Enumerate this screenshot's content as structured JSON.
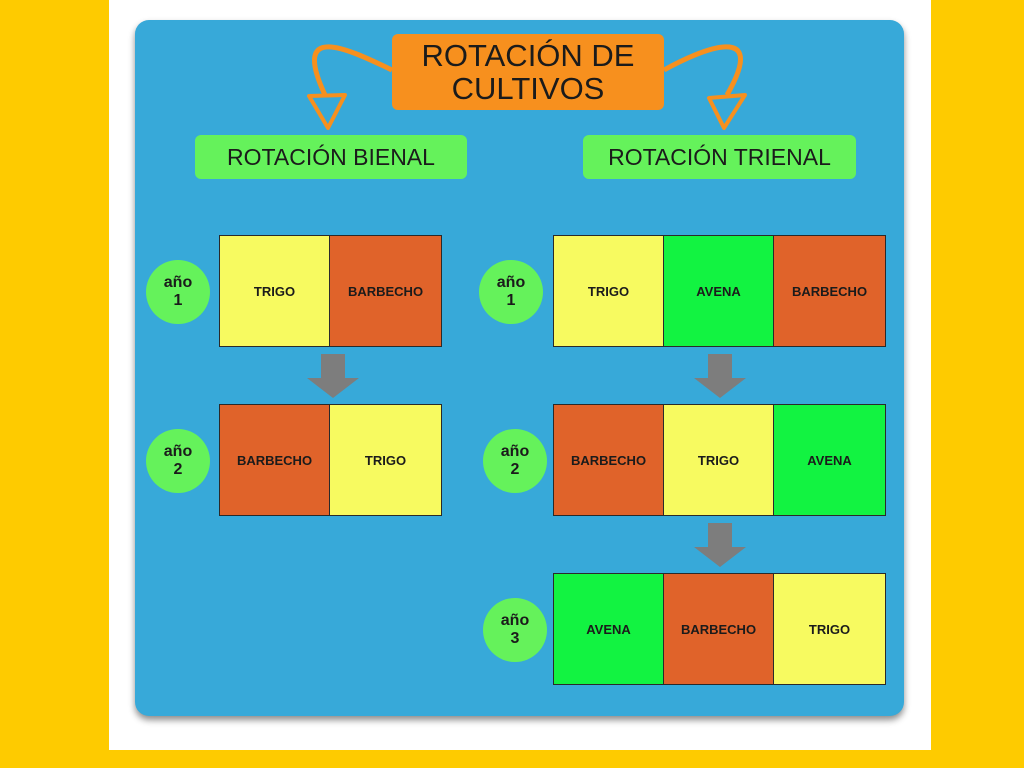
{
  "title": "ROTACIÓN DE CULTIVOS",
  "bienal": {
    "heading": "ROTACIÓN BIENAL",
    "years": [
      {
        "badge_label": "año",
        "badge_number": "1",
        "cells": [
          "TRIGO",
          "BARBECHO"
        ]
      },
      {
        "badge_label": "año",
        "badge_number": "2",
        "cells": [
          "BARBECHO",
          "TRIGO"
        ]
      }
    ]
  },
  "trienal": {
    "heading": "ROTACIÓN TRIENAL",
    "years": [
      {
        "badge_label": "año",
        "badge_number": "1",
        "cells": [
          "TRIGO",
          "AVENA",
          "BARBECHO"
        ]
      },
      {
        "badge_label": "año",
        "badge_number": "2",
        "cells": [
          "BARBECHO",
          "TRIGO",
          "AVENA"
        ]
      },
      {
        "badge_label": "año",
        "badge_number": "3",
        "cells": [
          "AVENA",
          "BARBECHO",
          "TRIGO"
        ]
      }
    ]
  },
  "crop_colors": {
    "TRIGO": "#f7fa60",
    "BARBECHO": "#e0632a",
    "AVENA": "#12f341"
  },
  "colors": {
    "background": "#fecb00",
    "panel": "#37a9d9",
    "title_box": "#f7901e",
    "subtitle_box": "#65f25b",
    "arrow_curve": "#f7901e",
    "arrow_down": "#7d7d7d"
  }
}
